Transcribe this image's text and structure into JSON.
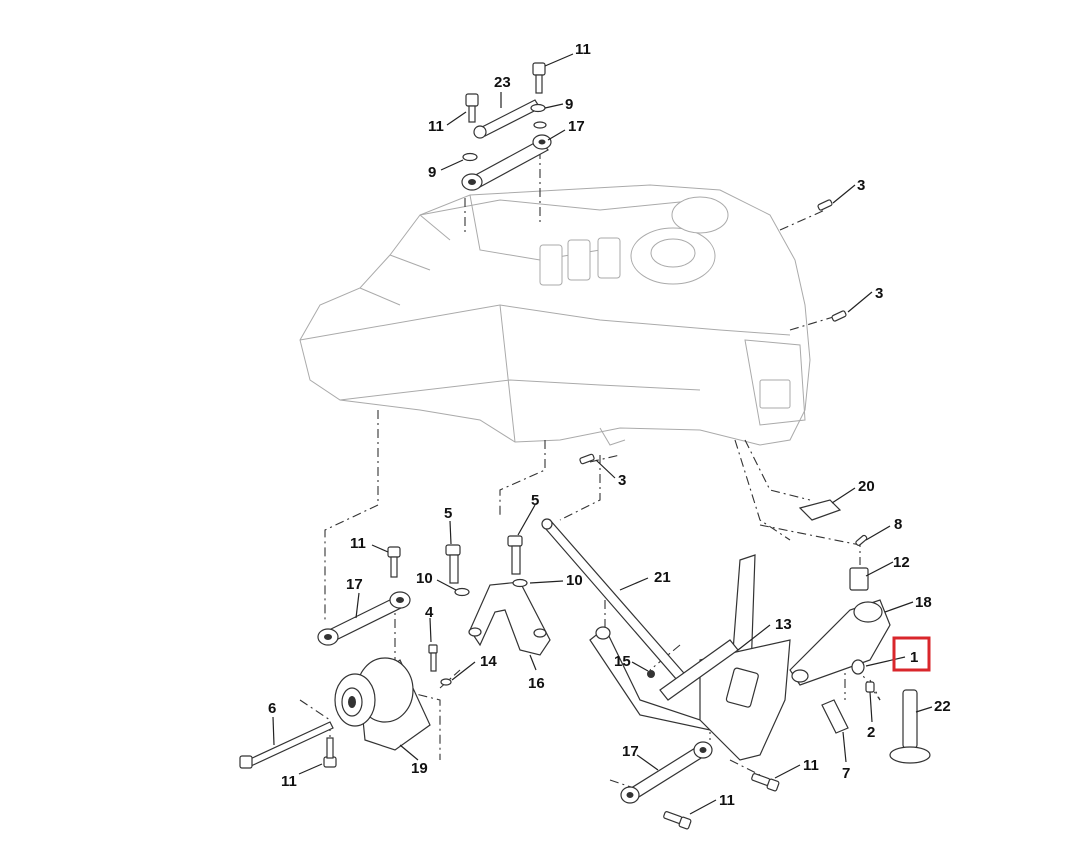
{
  "diagram": {
    "highlight_color": "#d9262b",
    "callouts": [
      {
        "id": "c11a",
        "label": "11"
      },
      {
        "id": "c23",
        "label": "23"
      },
      {
        "id": "c11b",
        "label": "11"
      },
      {
        "id": "c9a",
        "label": "9"
      },
      {
        "id": "c17a",
        "label": "17"
      },
      {
        "id": "c9b",
        "label": "9"
      },
      {
        "id": "c3a",
        "label": "3"
      },
      {
        "id": "c3b",
        "label": "3"
      },
      {
        "id": "c3c",
        "label": "3"
      },
      {
        "id": "c20",
        "label": "20"
      },
      {
        "id": "c5a",
        "label": "5"
      },
      {
        "id": "c5b",
        "label": "5"
      },
      {
        "id": "c8",
        "label": "8"
      },
      {
        "id": "c11c",
        "label": "11"
      },
      {
        "id": "c21",
        "label": "21"
      },
      {
        "id": "c12",
        "label": "12"
      },
      {
        "id": "c10a",
        "label": "10"
      },
      {
        "id": "c10b",
        "label": "10"
      },
      {
        "id": "c17b",
        "label": "17"
      },
      {
        "id": "c18",
        "label": "18"
      },
      {
        "id": "c4",
        "label": "4"
      },
      {
        "id": "c13",
        "label": "13"
      },
      {
        "id": "c1",
        "label": "1"
      },
      {
        "id": "c14",
        "label": "14"
      },
      {
        "id": "c15",
        "label": "15"
      },
      {
        "id": "c16",
        "label": "16"
      },
      {
        "id": "c6",
        "label": "6"
      },
      {
        "id": "c22",
        "label": "22"
      },
      {
        "id": "c2",
        "label": "2"
      },
      {
        "id": "c7",
        "label": "7"
      },
      {
        "id": "c19",
        "label": "19"
      },
      {
        "id": "c17c",
        "label": "17"
      },
      {
        "id": "c11d",
        "label": "11"
      },
      {
        "id": "c11e",
        "label": "11"
      },
      {
        "id": "c11f",
        "label": "11"
      }
    ]
  }
}
